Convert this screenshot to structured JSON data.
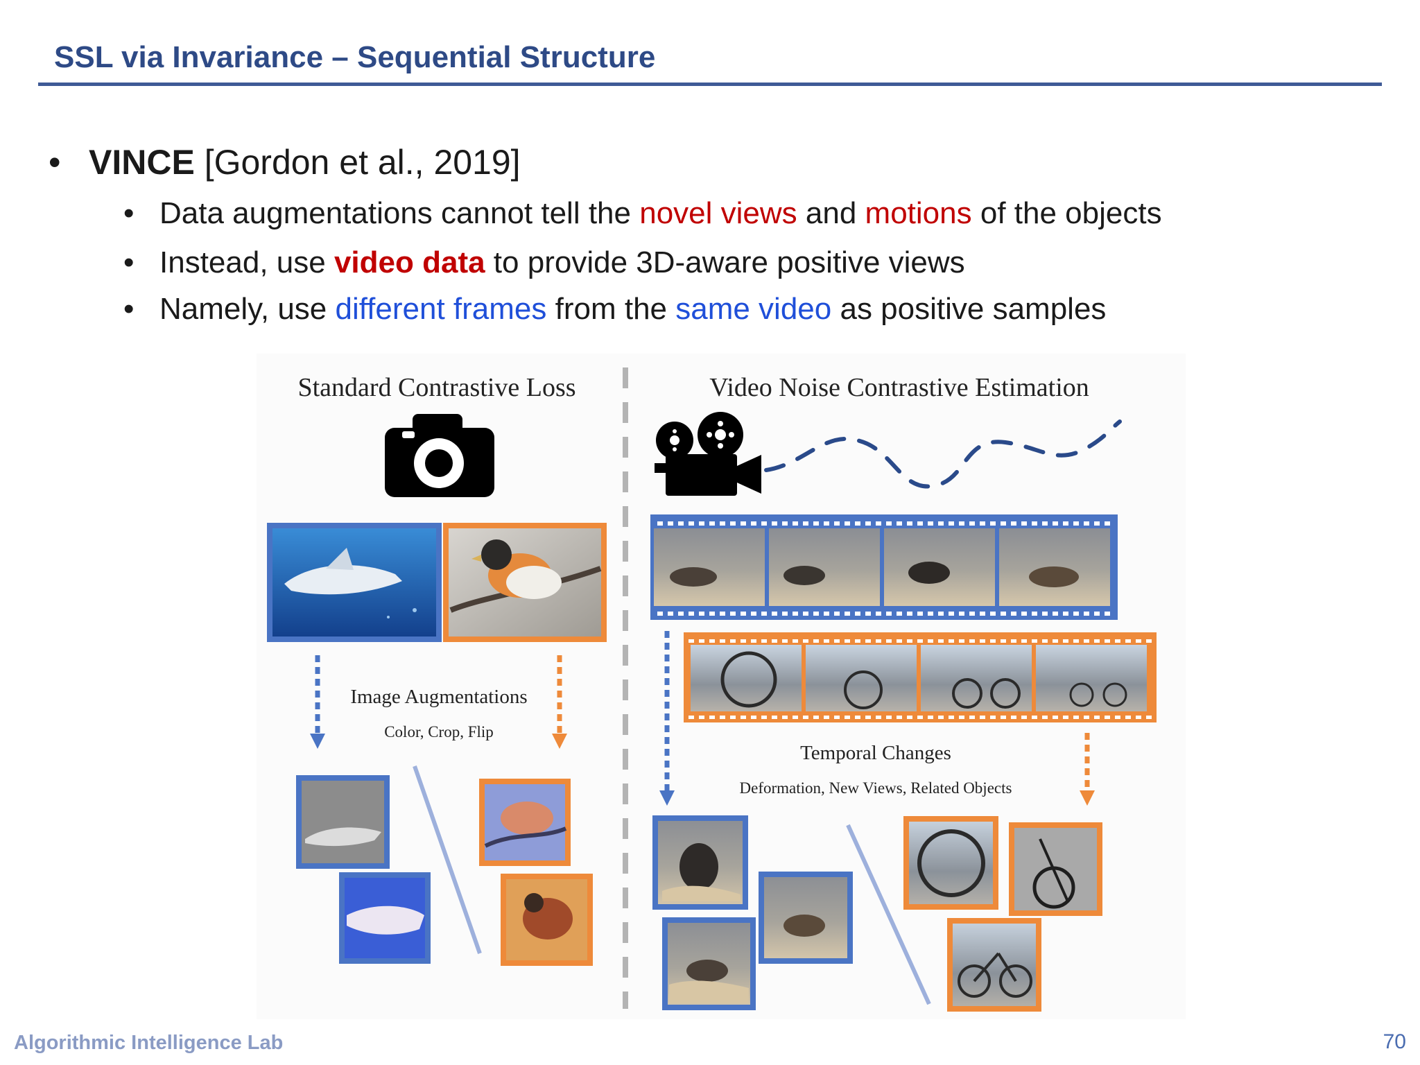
{
  "slide": {
    "title": "SSL via Invariance – Sequential Structure",
    "footer_lab": "Algorithmic Intelligence Lab",
    "page_number": "70"
  },
  "bullets": {
    "main": {
      "bold": "VINCE",
      "rest": " [Gordon et al., 2019]"
    },
    "sub1": {
      "t1": "Data augmentations cannot tell the ",
      "h1": "novel views",
      "t2": " and ",
      "h2": "motions",
      "t3": " of the objects"
    },
    "sub2": {
      "t1": "Instead, use ",
      "h1": "video data",
      "t2": " to provide 3D-aware positive views"
    },
    "sub3": {
      "t1": "Namely, use ",
      "h1": "different frames",
      "t2": " from the ",
      "h2": "same video",
      "t3": " as positive samples"
    }
  },
  "figure": {
    "left_title": "Standard Contrastive Loss",
    "right_title": "Video Noise Contrastive Estimation",
    "left_caption": "Image Augmentations",
    "left_subcaption": "Color, Crop, Flip",
    "right_caption": "Temporal Changes",
    "right_subcaption": "Deformation, New Views, Related Objects",
    "colors": {
      "blue": "#4a74c4",
      "orange": "#ee8a3a",
      "divider": "#b4b4b4"
    },
    "icons": [
      "camera-icon",
      "video-camera-icon"
    ]
  }
}
